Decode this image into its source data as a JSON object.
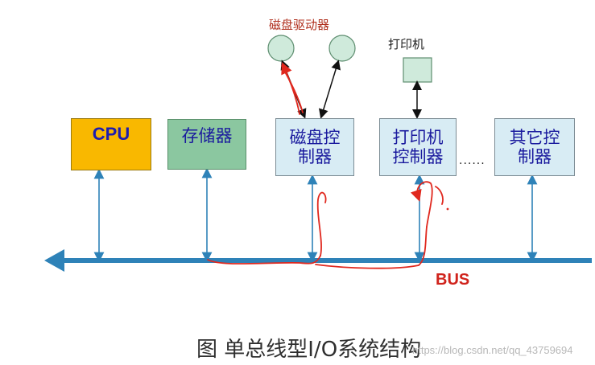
{
  "nodes": {
    "cpu": "CPU",
    "memory": "存储器",
    "disk_controller": "磁盘控\n制器",
    "printer_controller": "打印机\n控制器",
    "other_controller": "其它控\n制器"
  },
  "labels": {
    "disk_drive": "磁盘驱动器",
    "printer": "打印机",
    "ellipsis": "......",
    "bus": "BUS"
  },
  "caption": "图 单总线型I/O系统结构",
  "watermark": "https://blog.csdn.net/qq_43759694",
  "colors": {
    "bus": "#2e82b8",
    "annotation": "#e0281e",
    "cpu_fill": "#f9b800",
    "memory_fill": "#8bc7a0",
    "controller_fill": "#d8ecf4",
    "device_fill": "#cfeadb"
  }
}
